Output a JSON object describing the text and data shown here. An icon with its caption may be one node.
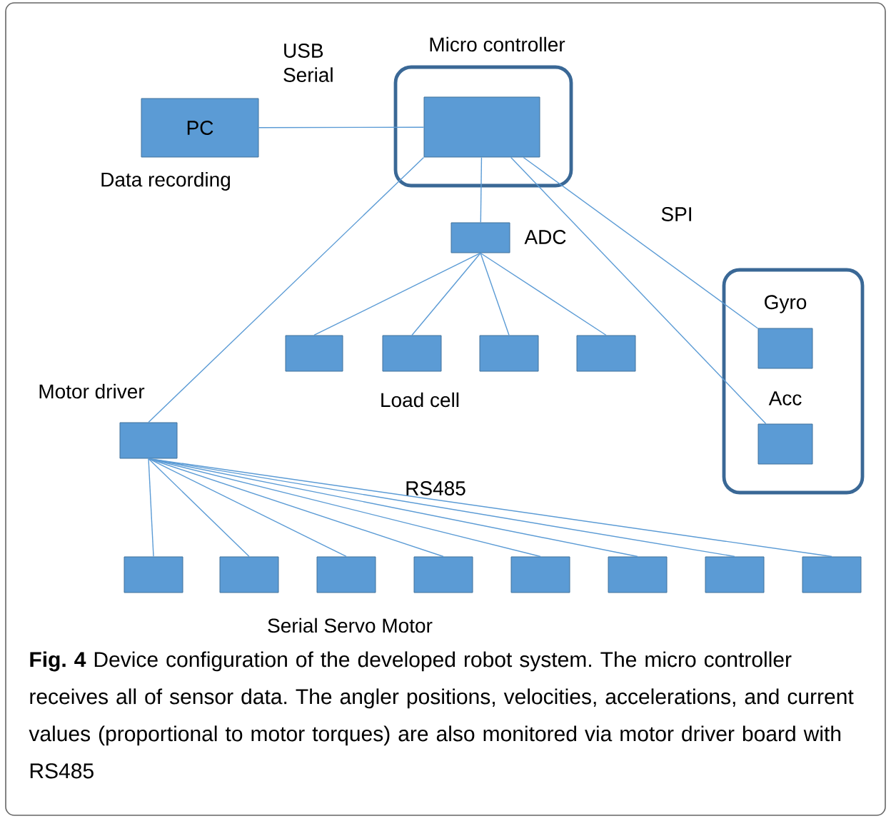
{
  "diagram": {
    "caption": "**Fig. 4**  Device configuration of the developed robot system. The micro controller receives all of sensor data. The angler positions, velocities, accelerations, and current values (proportional to motor torques) are also monitored via motor driver board with RS485",
    "nodes": [
      {
        "text": [
          "Micro controller"
        ]
      },
      {
        "text": [],
        "shape": "box",
        "in": 0
      },
      {
        "text": [
          "PC"
        ],
        "beside": [
          "Data recording"
        ]
      },
      {
        "text": [],
        "shape": "box",
        "beside": [
          "ADC"
        ]
      },
      {
        "text": [],
        "shape": "box"
      },
      {
        "text": [],
        "shape": "box"
      },
      {
        "text": [],
        "shape": "box"
      },
      {
        "text": [],
        "shape": "box"
      },
      {
        "text": [],
        "shape": "box"
      },
      {
        "text": [
          "Gyro"
        ],
        "in": 8
      },
      {
        "text": [
          "Acc"
        ],
        "in": 8
      },
      {
        "text": [
          "Motor driver"
        ]
      },
      {
        "text": [],
        "shape": "box"
      },
      {
        "text": [],
        "shape": "box"
      },
      {
        "text": [],
        "shape": "box"
      },
      {
        "text": [],
        "shape": "box"
      },
      {
        "text": [],
        "shape": "box"
      },
      {
        "text": [],
        "shape": "box"
      },
      {
        "text": [],
        "shape": "box"
      },
      {
        "text": [],
        "shape": "box"
      }
    ],
    "edges": [
      {
        "from": 2,
        "to": 1,
        "arrow": "none"
      },
      {
        "from": 1,
        "to": 3,
        "arrow": "none"
      },
      {
        "from": 1,
        "to": 11,
        "arrow": "none"
      },
      {
        "from": 1,
        "to": 9,
        "arrow": "none"
      },
      {
        "from": 1,
        "to": 10,
        "arrow": "none"
      },
      {
        "from": 3,
        "to": 4,
        "arrow": "none"
      },
      {
        "from": 3,
        "to": 5,
        "arrow": "none"
      },
      {
        "from": 3,
        "to": 6,
        "arrow": "none"
      },
      {
        "from": 3,
        "to": 7,
        "arrow": "none"
      },
      {
        "from": 11,
        "to": 12,
        "arrow": "none"
      },
      {
        "from": 11,
        "to": 13,
        "arrow": "none"
      },
      {
        "from": 11,
        "to": 14,
        "arrow": "none"
      },
      {
        "from": 11,
        "to": 15,
        "arrow": "none"
      },
      {
        "from": 11,
        "to": 16,
        "arrow": "none"
      },
      {
        "from": 11,
        "to": 17,
        "arrow": "none"
      },
      {
        "from": 11,
        "to": 18,
        "arrow": "none"
      },
      {
        "from": 11,
        "to": 19,
        "arrow": "none"
      }
    ],
    "labels": [
      "USB Serial",
      "SPI",
      "Load cell",
      "RS485",
      "Serial Servo Motor"
    ]
  }
}
